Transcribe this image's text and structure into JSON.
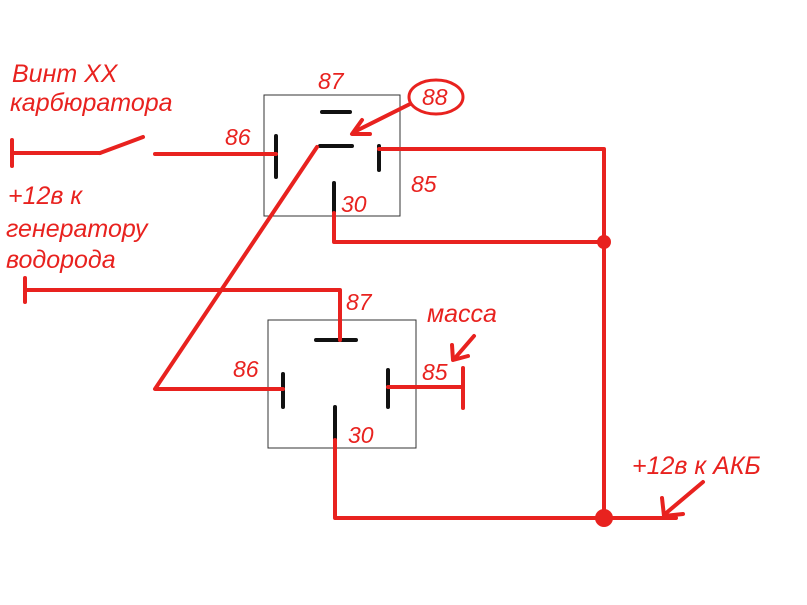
{
  "labels": {
    "screw_line1": "Винт ХХ",
    "screw_line2": "карбюратора",
    "gen_line1": "+12в к",
    "gen_line2": "генератору",
    "gen_line3": "водорода",
    "mass": "масса",
    "battery": "+12в к АКБ",
    "callout_88": "88"
  },
  "relay_top": {
    "pin_87": "87",
    "pin_86": "86",
    "pin_85": "85",
    "pin_30": "30"
  },
  "relay_bottom": {
    "pin_87": "87",
    "pin_86": "86",
    "pin_85": "85",
    "pin_30": "30"
  },
  "colors": {
    "wire": "#e8221f",
    "relay_box": "#333333",
    "contact": "#111111",
    "background": "#ffffff"
  }
}
